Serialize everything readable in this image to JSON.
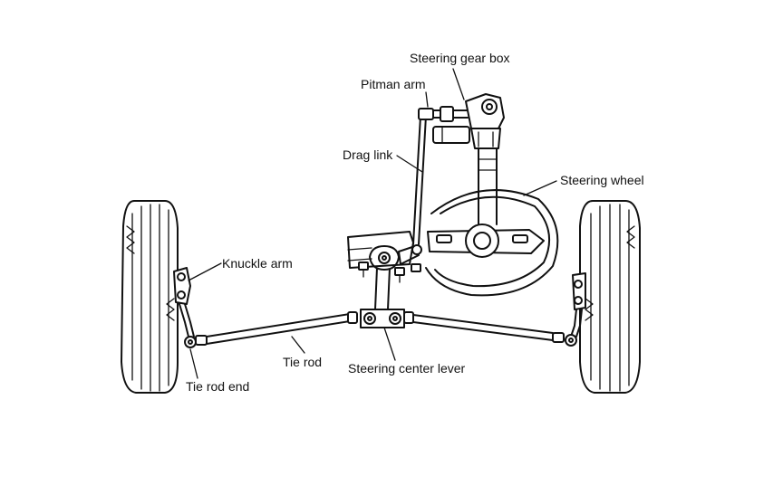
{
  "labels": {
    "steering_gear_box": "Steering gear box",
    "pitman_arm": "Pitman arm",
    "drag_link": "Drag link",
    "steering_wheel": "Steering wheel",
    "knuckle_arm": "Knuckle arm",
    "tie_rod": "Tie rod",
    "steering_center_lever": "Steering center lever",
    "tie_rod_end": "Tie rod end"
  },
  "colors": {
    "ink": "#111111",
    "background": "#ffffff"
  }
}
